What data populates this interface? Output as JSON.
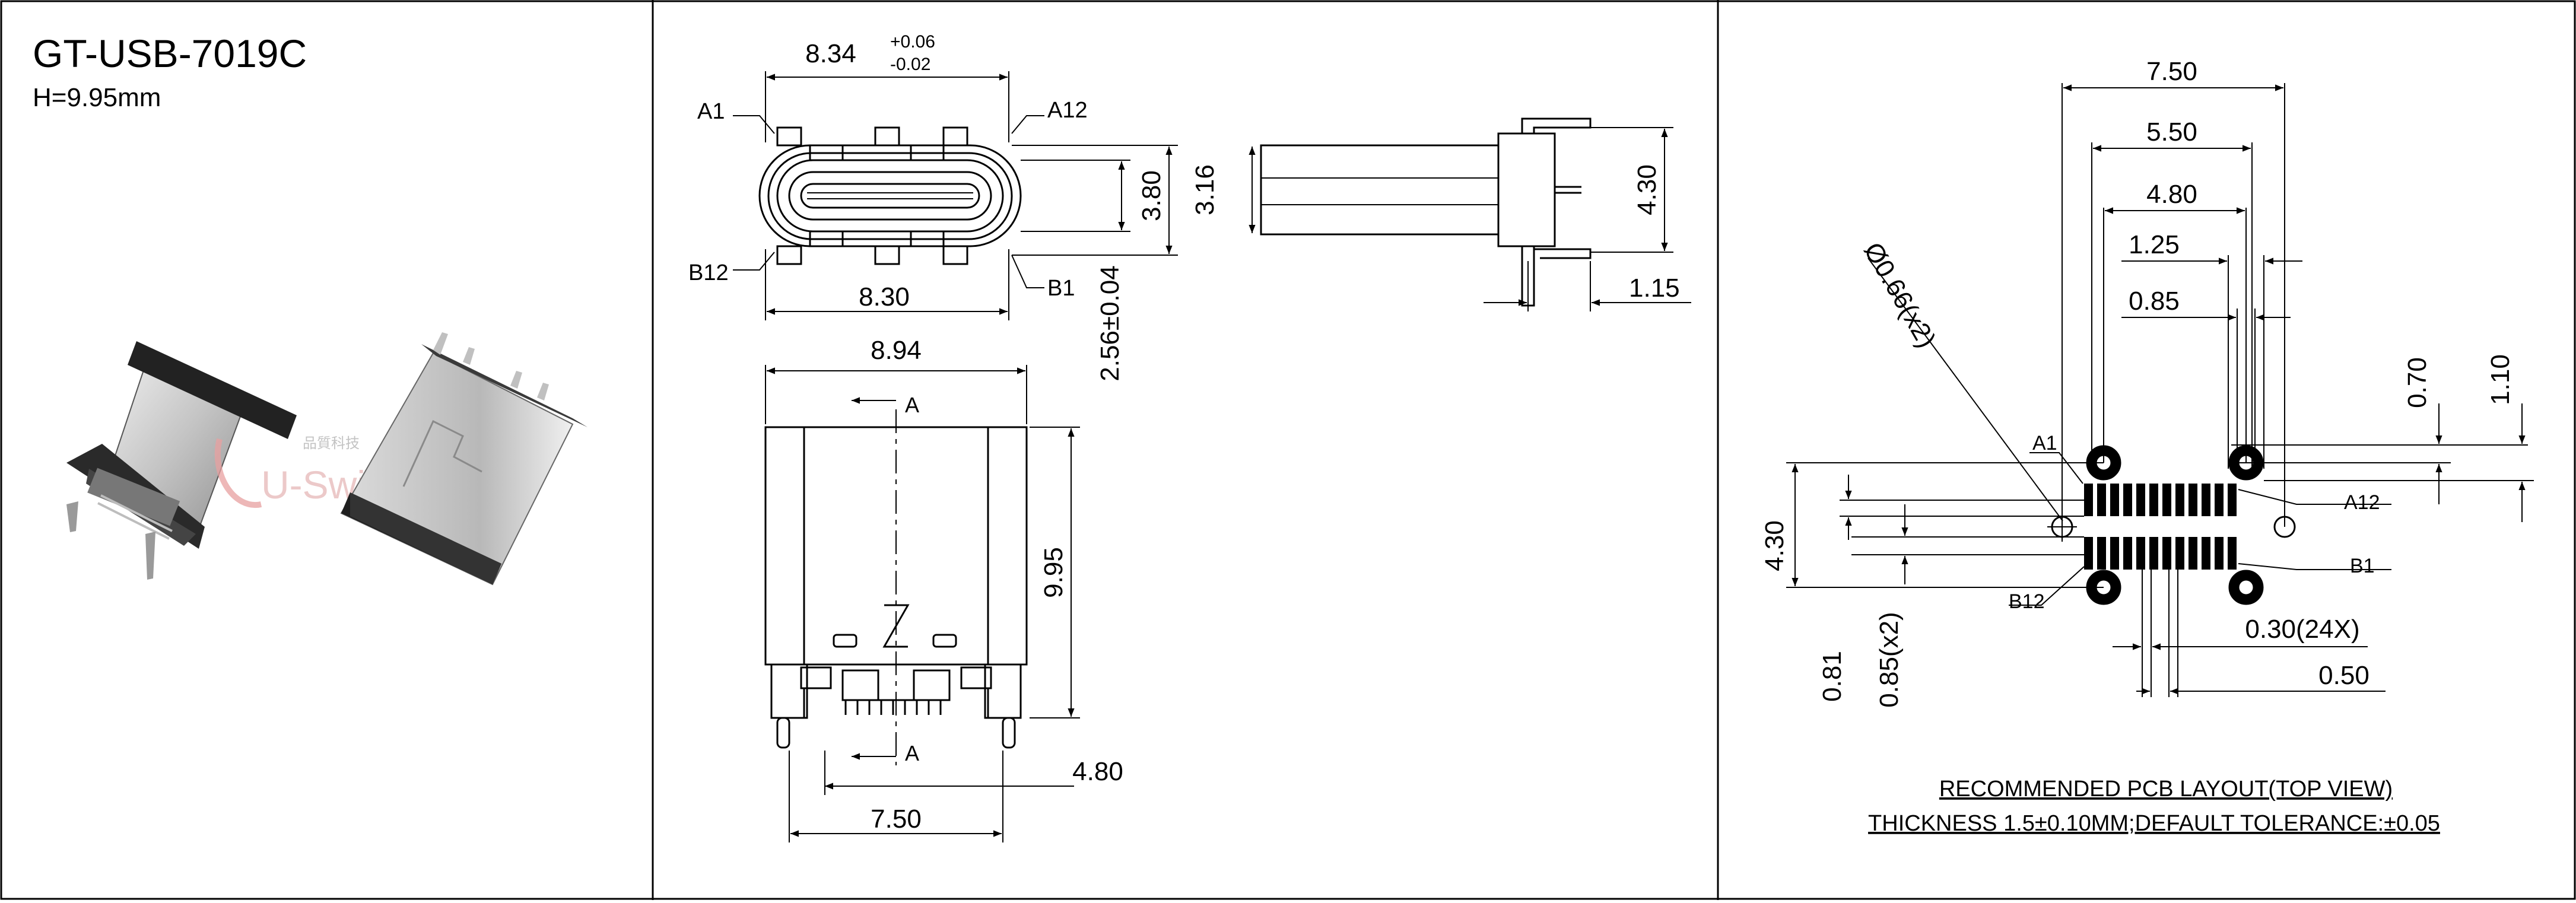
{
  "product": {
    "model": "GT-USB-7019C",
    "height_spec": "H=9.95mm",
    "watermark_text": "品質科技",
    "watermark_brand": "U-Switch"
  },
  "front_view": {
    "width_dim": "8.34",
    "width_tol_plus": "+0.06",
    "width_tol_minus": "-0.02",
    "inner_width_dim": "8.30",
    "height_dim": "3.80",
    "pin_labels": [
      "A1",
      "A12",
      "B12",
      "B1"
    ]
  },
  "side_view": {
    "body_height_dim": "3.16",
    "total_height_dim": "4.30",
    "lead_dim": "1.15",
    "shell_dim": "2.56±0.04"
  },
  "bottom_view": {
    "width_dim": "8.94",
    "height_dim": "9.95",
    "peg_span_dim": "7.50",
    "peg_length_dim": "4.80",
    "section_label": "A"
  },
  "pcb_layout": {
    "dims_top": [
      "7.50",
      "5.50",
      "4.80",
      "1.25",
      "0.85"
    ],
    "hole_dim": "Ø0.66(x2)",
    "right_dims": [
      "0.70",
      "1.10"
    ],
    "left_dims": [
      "4.30",
      "0.81",
      "0.85(x2)"
    ],
    "bottom_dims": [
      "0.30(24X)",
      "0.50"
    ],
    "pin_labels": [
      "A1",
      "A12",
      "B1",
      "B12"
    ],
    "caption_title": "RECOMMENDED PCB LAYOUT(TOP VIEW)",
    "caption_note": "THICKNESS 1.5±0.10MM;DEFAULT TOLERANCE:±0.05"
  },
  "colors": {
    "line": "#000000",
    "background": "#ffffff",
    "connector_body": "#2b2b2b",
    "connector_metal": "#c9c9c9",
    "watermark": "#e8a0a0"
  }
}
